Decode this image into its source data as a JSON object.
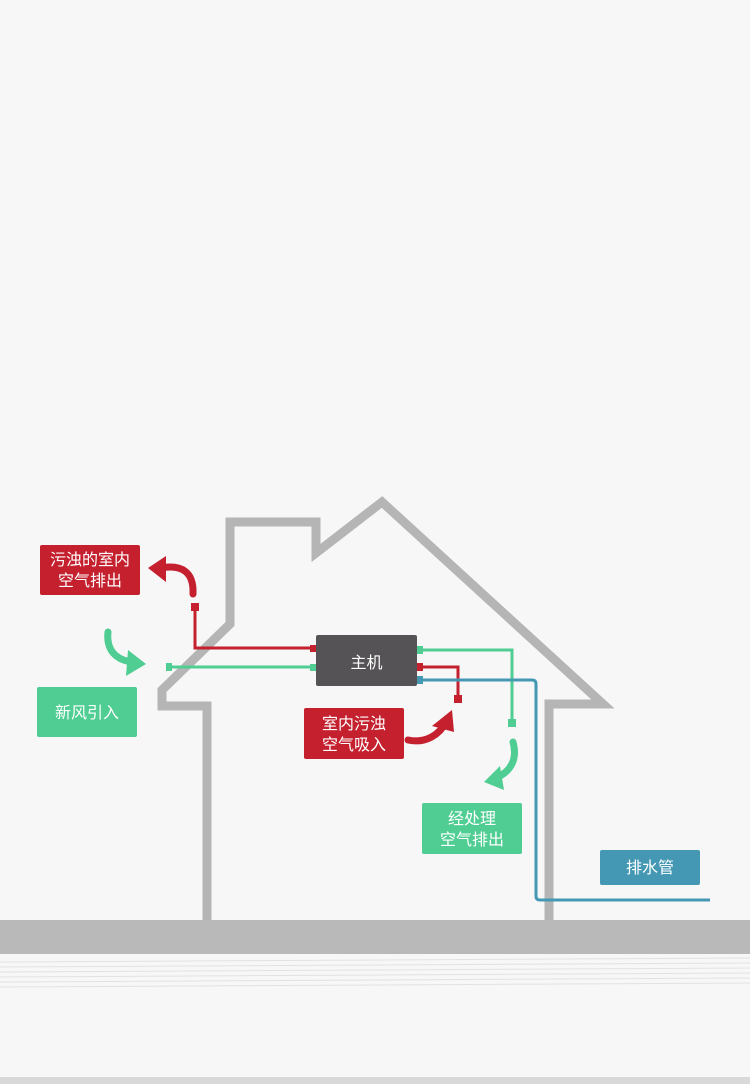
{
  "diagram": {
    "main_unit": "主机",
    "labels": {
      "exhaust_dirty": {
        "line1": "污浊的室内",
        "line2": "空气排出"
      },
      "fresh_air_in": {
        "line1": "新风引入"
      },
      "indoor_dirty_in": {
        "line1": "室内污浊",
        "line2": "空气吸入"
      },
      "treated_out": {
        "line1": "经处理",
        "line2": "空气排出"
      },
      "drain_pipe": {
        "line1": "排水管"
      }
    },
    "colors": {
      "house_outline": "#b5b5b5",
      "dirty_air": "#c4202e",
      "fresh_air": "#4fcd92",
      "drain": "#4498b3",
      "unit": "#555355",
      "ground": "#b9b9b9"
    }
  }
}
